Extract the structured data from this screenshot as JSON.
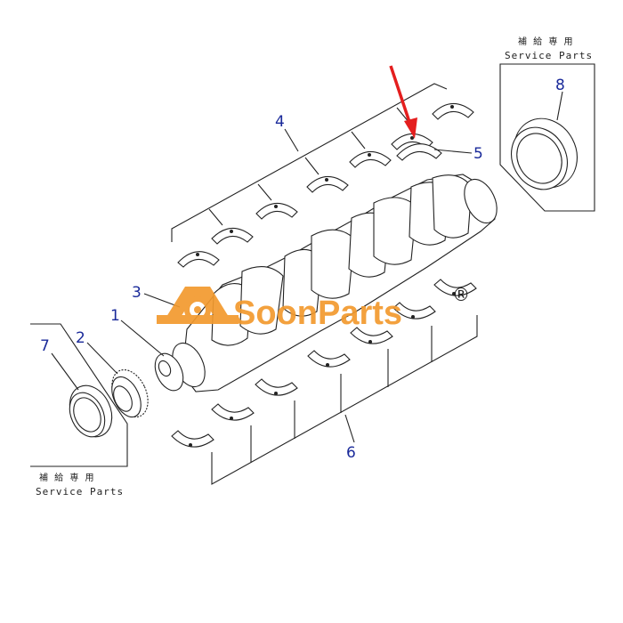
{
  "labels": {
    "p1": "1",
    "p2": "2",
    "p3": "3",
    "p4": "4",
    "p5": "5",
    "p6": "6",
    "p7": "7",
    "p8": "8"
  },
  "service_box_right": {
    "jp": "補 給 専 用",
    "en": "Service Parts"
  },
  "service_box_left": {
    "jp": "補 給 専 用",
    "en": "Service Parts"
  },
  "watermark": {
    "text": "SoonParts",
    "reg": "®"
  },
  "colors": {
    "label": "#1a2a9a",
    "watermark": "#f29a2e",
    "arrow": "#e41e1e"
  }
}
